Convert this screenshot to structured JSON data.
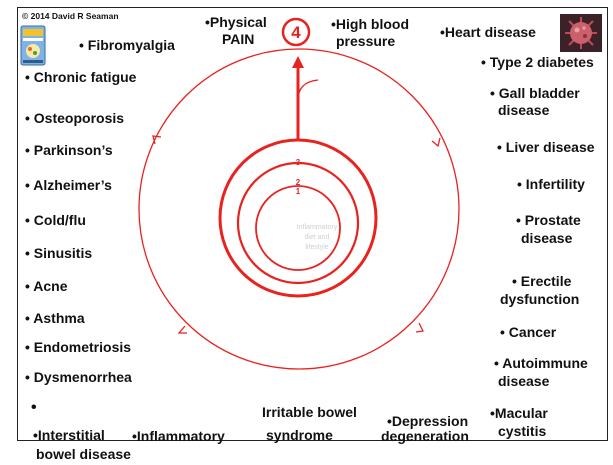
{
  "copyright": "© 2014 David R Seaman",
  "center_number": "4",
  "rings": [
    "1",
    "2",
    "3"
  ],
  "faint_text": [
    "Inflammatory",
    "diet and",
    "lifestyle"
  ],
  "conditions": {
    "physical_pain": [
      "•Physical",
      "PAIN"
    ],
    "high_blood_pressure": [
      "•High blood",
      "pressure"
    ],
    "heart_disease": "•Heart disease",
    "fibromyalgia": "• Fibromyalgia",
    "chronic_fatigue": "• Chronic fatigue",
    "type2_diabetes": "• Type 2 diabetes",
    "osteoporosis": "• Osteoporosis",
    "gall_bladder": [
      "• Gall bladder",
      "disease"
    ],
    "parkinsons": "• Parkinson’s",
    "liver_disease": "• Liver disease",
    "alzheimers": "• Alzheimer’s",
    "infertility": "• Infertility",
    "cold_flu": "• Cold/flu",
    "prostate": [
      "• Prostate",
      "disease"
    ],
    "sinusitis": "• Sinusitis",
    "acne": "• Acne",
    "erectile": [
      "• Erectile",
      "dysfunction"
    ],
    "asthma": "• Asthma",
    "cancer": "• Cancer",
    "endometriosis": "• Endometriosis",
    "autoimmune": [
      "• Autoimmune",
      "disease"
    ],
    "dysmenorrhea": "• Dysmenorrhea",
    "interstitial_bullet": "•",
    "interstitial": "•Interstitial",
    "bowel_disease": "bowel disease",
    "inflammatory": "•Inflammatory",
    "ibs": [
      "Irritable bowel",
      "syndrome"
    ],
    "depression": "•Depression",
    "degeneration": "degeneration",
    "macular": [
      "•Macular",
      "cystitis"
    ]
  },
  "colors": {
    "accent": "#e8231f",
    "text": "#111111",
    "frame": "#222222"
  },
  "icons": [
    "book-icon",
    "virus-icon"
  ]
}
